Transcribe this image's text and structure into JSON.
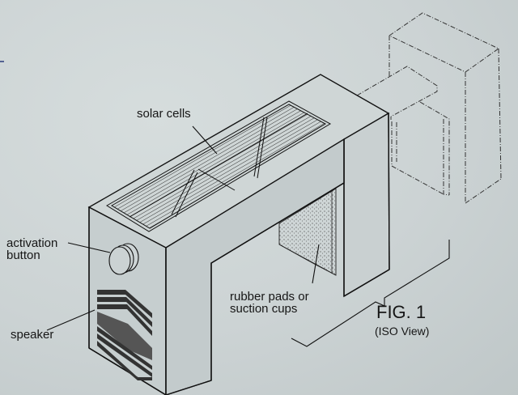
{
  "figure": {
    "title": "FIG. 1",
    "subtitle": "(ISO View)"
  },
  "labels": {
    "solar_cells": "solar cells",
    "activation_button_line1": "activation",
    "activation_button_line2": "button",
    "speaker": "speaker",
    "rubber_pads_line1": "rubber pads or",
    "rubber_pads_line2": "suction cups"
  },
  "colors": {
    "paper": "#ccd3d4",
    "ink": "#161616"
  }
}
